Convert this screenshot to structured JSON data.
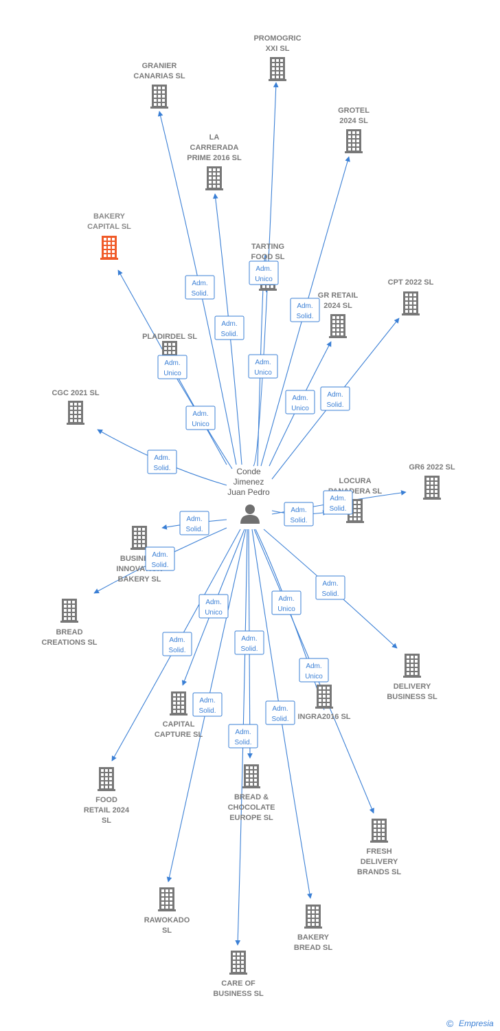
{
  "center": {
    "name_lines": [
      "Conde",
      "Jimenez",
      "Juan Pedro"
    ],
    "icon": "person-icon"
  },
  "colors": {
    "edge": "#3a7fd5",
    "company": "#777777",
    "highlight": "#f05a28",
    "label": "#7a7a7a"
  },
  "companies": [
    {
      "id": "promogric",
      "lines": [
        "PROMOGRIC",
        "XXI  SL"
      ]
    },
    {
      "id": "granier",
      "lines": [
        "GRANIER",
        "CANARIAS SL"
      ]
    },
    {
      "id": "grotel",
      "lines": [
        "GROTEL",
        "2024  SL"
      ]
    },
    {
      "id": "la-carrerada",
      "lines": [
        "LA",
        "CARRERADA",
        "PRIME 2016  SL"
      ]
    },
    {
      "id": "bakery-capital",
      "lines": [
        "BAKERY",
        "CAPITAL  SL"
      ],
      "highlight": true
    },
    {
      "id": "tarting",
      "lines": [
        "TARTING",
        "FOOD  SL"
      ]
    },
    {
      "id": "gr-retail",
      "lines": [
        "GR RETAIL",
        "2024  SL"
      ]
    },
    {
      "id": "cpt-2022",
      "lines": [
        "CPT 2022  SL"
      ]
    },
    {
      "id": "pladirdel",
      "lines": [
        "PLADIRDEL SL"
      ]
    },
    {
      "id": "cgc-2021",
      "lines": [
        "CGC 2021  SL"
      ]
    },
    {
      "id": "gr6-2022",
      "lines": [
        "GR6 2022  SL"
      ]
    },
    {
      "id": "locura",
      "lines": [
        "LOCURA",
        "PANADERA  SL"
      ]
    },
    {
      "id": "business-innovation",
      "lines": [
        "BUSINESS",
        "INNOVATION",
        "BAKERY  SL"
      ]
    },
    {
      "id": "bread-creations",
      "lines": [
        "BREAD",
        "CREATIONS  SL"
      ]
    },
    {
      "id": "delivery-business",
      "lines": [
        "DELIVERY",
        "BUSINESS  SL"
      ]
    },
    {
      "id": "capital-capture",
      "lines": [
        "CAPITAL",
        "CAPTURE  SL"
      ]
    },
    {
      "id": "ingra2016",
      "lines": [
        "INGRA2016  SL"
      ]
    },
    {
      "id": "food-retail",
      "lines": [
        "FOOD",
        "RETAIL 2024",
        "SL"
      ]
    },
    {
      "id": "bread-chocolate",
      "lines": [
        "BREAD &",
        "CHOCOLATE",
        "EUROPE  SL"
      ]
    },
    {
      "id": "fresh-delivery",
      "lines": [
        "FRESH",
        "DELIVERY",
        "BRANDS  SL"
      ]
    },
    {
      "id": "rawokado",
      "lines": [
        "RAWOKADO",
        "SL"
      ]
    },
    {
      "id": "bakery-bread",
      "lines": [
        "BAKERY",
        "BREAD  SL"
      ]
    },
    {
      "id": "care-of-business",
      "lines": [
        "CARE OF",
        "BUSINESS  SL"
      ]
    }
  ],
  "edges": [
    {
      "to": "promogric",
      "role": [
        "Adm.",
        "Unico"
      ]
    },
    {
      "to": "granier",
      "role": [
        "Adm.",
        "Solid."
      ]
    },
    {
      "to": "grotel",
      "role": [
        "Adm.",
        "Solid."
      ]
    },
    {
      "to": "la-carrerada",
      "role": [
        "Adm.",
        "Solid."
      ]
    },
    {
      "to": "bakery-capital",
      "role": [
        "Adm.",
        "Unico"
      ]
    },
    {
      "to": "tarting",
      "role": [
        "Adm.",
        "Unico"
      ]
    },
    {
      "to": "gr-retail",
      "role": [
        "Adm.",
        "Unico"
      ]
    },
    {
      "to": "cpt-2022",
      "role": [
        "Adm.",
        "Solid."
      ]
    },
    {
      "to": "pladirdel",
      "role": [
        "Adm.",
        "Unico"
      ]
    },
    {
      "to": "cgc-2021",
      "role": [
        "Adm.",
        "Solid."
      ]
    },
    {
      "to": "gr6-2022",
      "role": [
        "Adm.",
        "Solid."
      ]
    },
    {
      "to": "locura",
      "role": [
        "Adm.",
        "Solid."
      ]
    },
    {
      "to": "business-innovation",
      "role": [
        "Adm.",
        "Solid."
      ]
    },
    {
      "to": "bread-creations",
      "role": [
        "Adm.",
        "Solid."
      ]
    },
    {
      "to": "delivery-business",
      "role": [
        "Adm.",
        "Solid."
      ]
    },
    {
      "to": "capital-capture",
      "role": [
        "Adm.",
        "Unico"
      ]
    },
    {
      "to": "ingra2016",
      "role": [
        "Adm.",
        "Unico"
      ]
    },
    {
      "to": "food-retail",
      "role": [
        "Adm.",
        "Solid."
      ]
    },
    {
      "to": "bread-chocolate",
      "role": [
        "Adm.",
        "Solid."
      ]
    },
    {
      "to": "fresh-delivery",
      "role": [
        "Adm.",
        "Unico"
      ]
    },
    {
      "to": "rawokado",
      "role": [
        "Adm.",
        "Solid."
      ]
    },
    {
      "to": "bakery-bread",
      "role": [
        "Adm.",
        "Solid."
      ]
    },
    {
      "to": "care-of-business",
      "role": [
        "Adm.",
        "Solid."
      ]
    }
  ],
  "footer": {
    "copyright_symbol": "©",
    "brand": "Empresia"
  }
}
